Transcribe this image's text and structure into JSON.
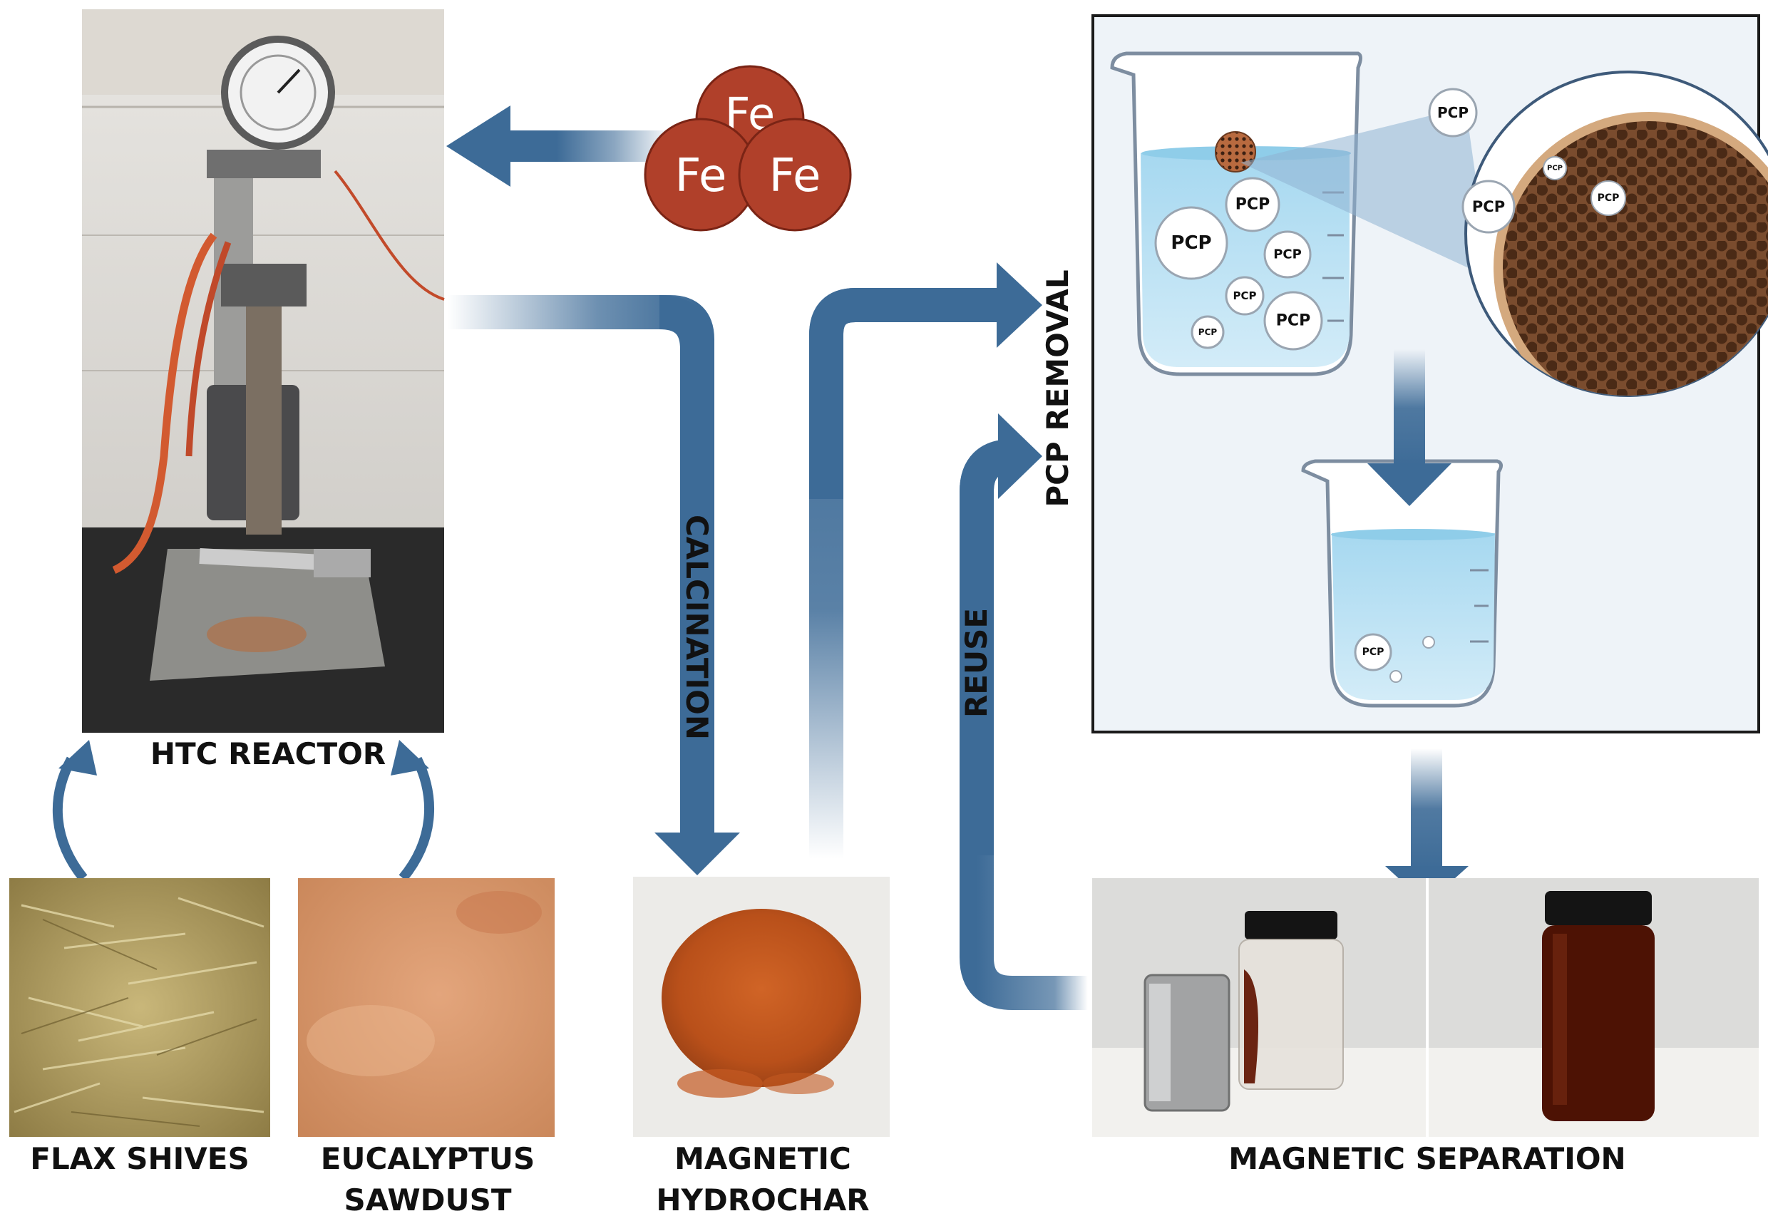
{
  "labels": {
    "htc_reactor": "HTC REACTOR",
    "flax_shives": "FLAX SHIVES",
    "eucalyptus_line1": "EUCALYPTUS",
    "eucalyptus_line2": "SAWDUST",
    "magnetic_line1": "MAGNETIC",
    "magnetic_line2": "HYDROCHAR",
    "magnetic_separation": "MAGNETIC SEPARATION",
    "calcination": "CALCINATION",
    "reuse": "REUSE",
    "pcp_removal": "PCP REMOVAL"
  },
  "iron": {
    "symbol": "Fe"
  },
  "pollutant": {
    "symbol": "PCP"
  },
  "colors": {
    "arrow_blue": "#3d6b97",
    "iron_red": "#b0402a",
    "water_blue": "#bfe3f5",
    "hydrochar_orange": "#c8561e",
    "panel_border": "#1a1a1a"
  }
}
